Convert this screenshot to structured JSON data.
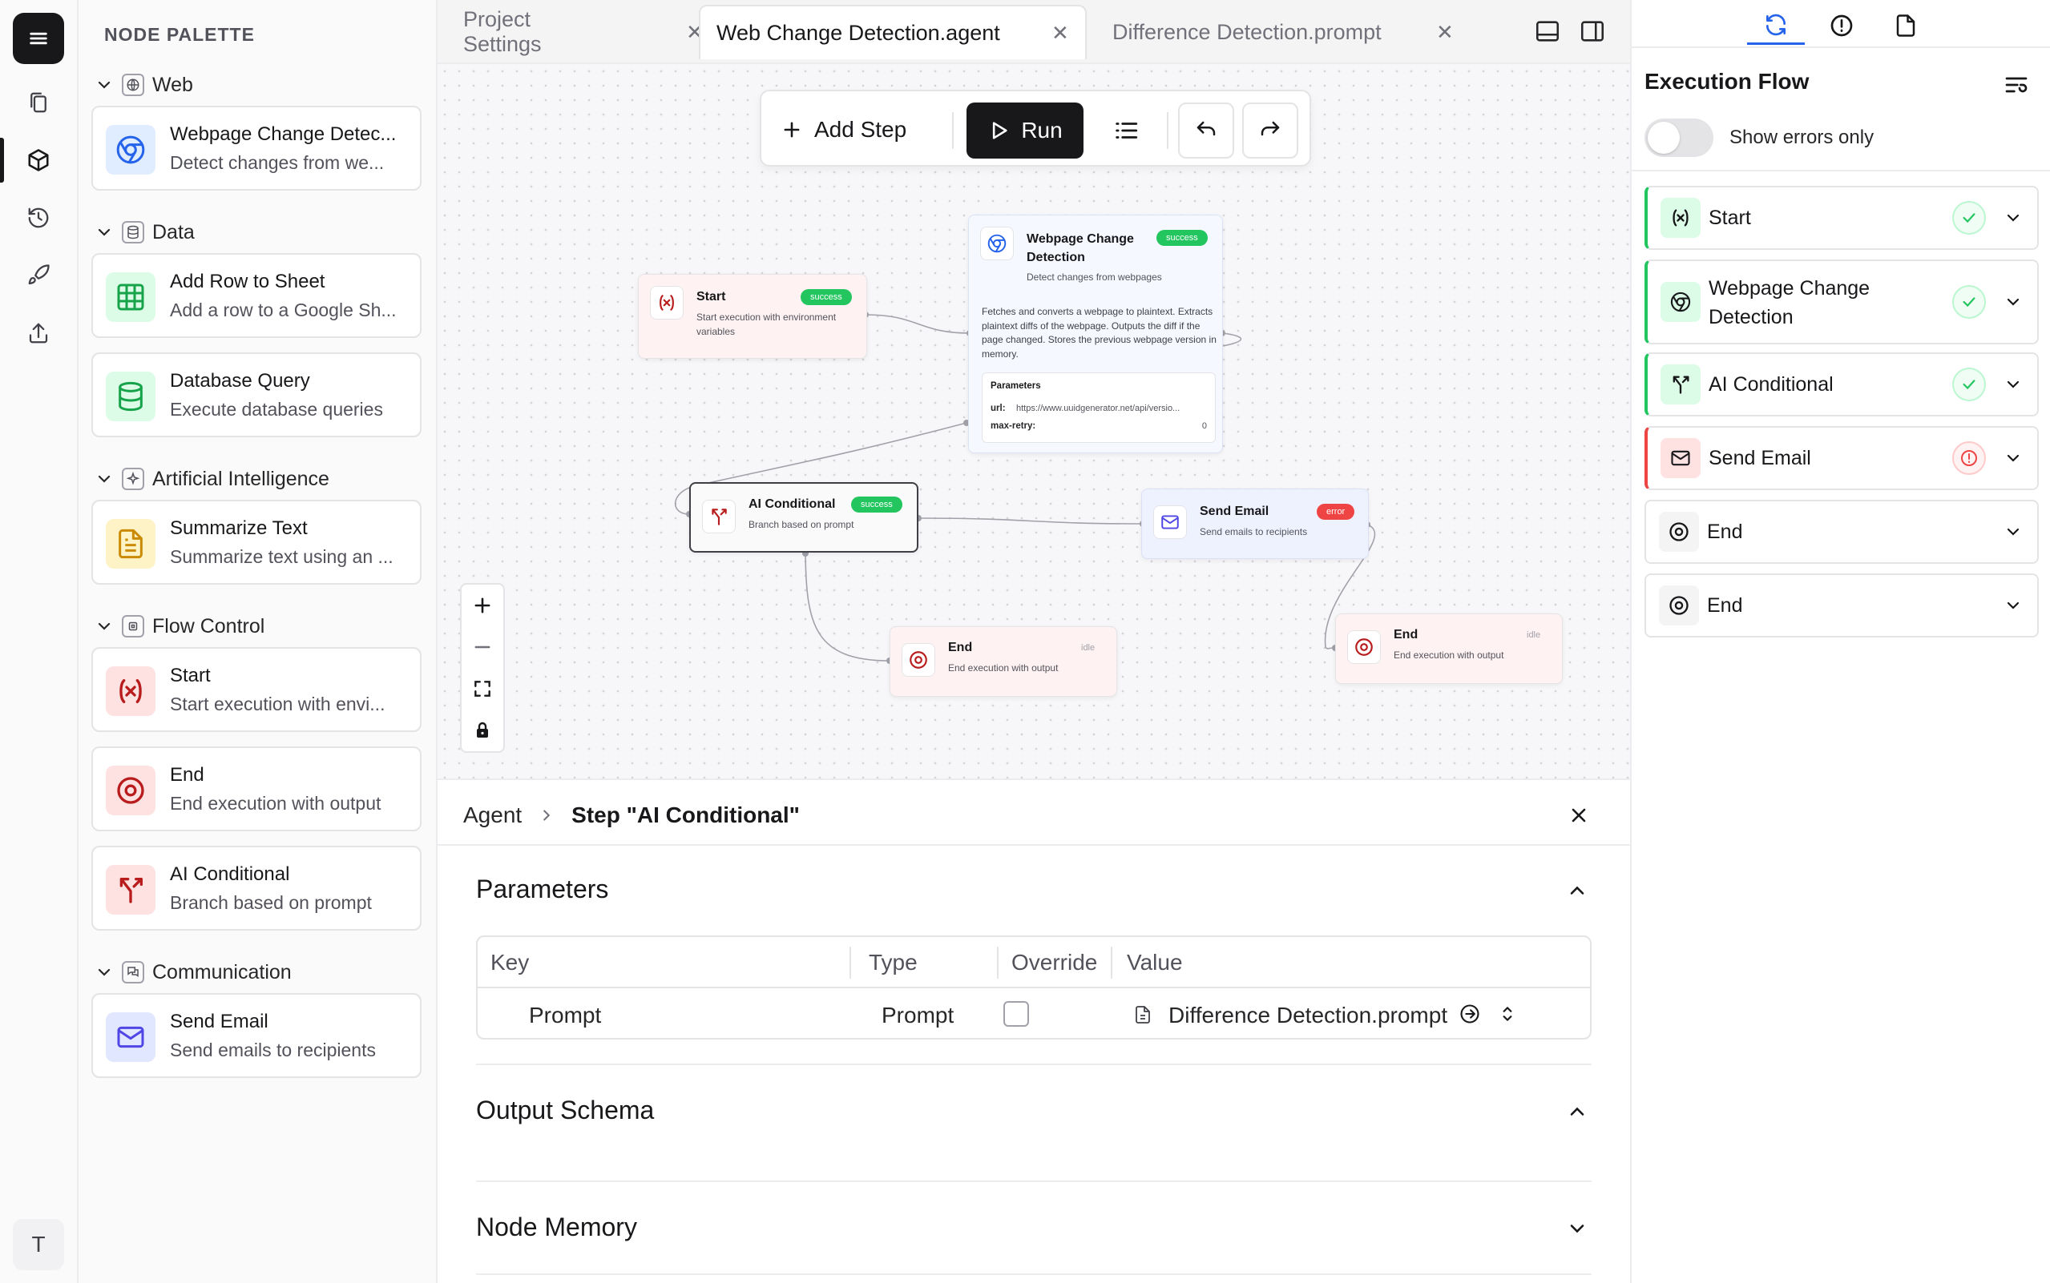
{
  "palette": {
    "title": "NODE PALETTE",
    "categories": [
      {
        "label": "Web"
      },
      {
        "label": "Data"
      },
      {
        "label": "Artificial Intelligence"
      },
      {
        "label": "Flow Control"
      },
      {
        "label": "Communication"
      }
    ],
    "nodes": [
      {
        "title": "Webpage Change Detec...",
        "desc": "Detect changes from we..."
      },
      {
        "title": "Add Row to Sheet",
        "desc": "Add a row to a Google Sh..."
      },
      {
        "title": "Database Query",
        "desc": "Execute database queries"
      },
      {
        "title": "Summarize Text",
        "desc": "Summarize text using an ..."
      },
      {
        "title": "Start",
        "desc": "Start execution with envi..."
      },
      {
        "title": "End",
        "desc": "End execution with output"
      },
      {
        "title": "AI Conditional",
        "desc": "Branch based on prompt"
      },
      {
        "title": "Send Email",
        "desc": "Send emails to recipients"
      }
    ]
  },
  "rail": {
    "avatar_letter": "T"
  },
  "tabs": [
    {
      "label": "Project Settings"
    },
    {
      "label": "Web Change Detection.agent"
    },
    {
      "label": "Difference Detection.prompt"
    }
  ],
  "toolbar": {
    "add_step": "Add Step",
    "run": "Run"
  },
  "canvas": {
    "nodes": {
      "start": {
        "title": "Start",
        "desc": "Start execution with environment variables",
        "status": "success"
      },
      "webpage": {
        "title": "Webpage Change Detection",
        "desc": "Detect changes from webpages",
        "status": "success",
        "long_desc": "Fetches and converts a webpage to plaintext. Extracts plaintext diffs of the webpage. Outputs the diff if the page changed. Stores the previous webpage version in memory.",
        "params_title": "Parameters",
        "url_key": "url:",
        "url_value": "https://www.uuidgenerator.net/api/versio...",
        "retry_key": "max-retry:",
        "retry_value": "0"
      },
      "ai": {
        "title": "AI Conditional",
        "desc": "Branch based on prompt",
        "status": "success"
      },
      "email": {
        "title": "Send Email",
        "desc": "Send emails to recipients",
        "status": "error"
      },
      "end1": {
        "title": "End",
        "desc": "End execution with output",
        "status": "idle"
      },
      "end2": {
        "title": "End",
        "desc": "End execution with output",
        "status": "idle"
      }
    }
  },
  "detail": {
    "crumb_root": "Agent",
    "crumb_current": "Step \"AI Conditional\"",
    "parameters_title": "Parameters",
    "columns": {
      "key": "Key",
      "type": "Type",
      "override": "Override",
      "value": "Value"
    },
    "row": {
      "key": "Prompt",
      "type": "Prompt",
      "value": "Difference Detection.prompt"
    },
    "output_schema_title": "Output Schema",
    "node_memory_title": "Node Memory"
  },
  "execution": {
    "title": "Execution Flow",
    "toggle_label": "Show errors only",
    "items": [
      {
        "label": "Start",
        "status": "ok"
      },
      {
        "label": "Webpage Change Detection",
        "status": "ok"
      },
      {
        "label": "AI Conditional",
        "status": "ok"
      },
      {
        "label": "Send Email",
        "status": "error"
      },
      {
        "label": "End",
        "status": "none"
      },
      {
        "label": "End",
        "status": "none"
      }
    ]
  },
  "colors": {
    "accent": "#2563eb",
    "success": "#22c55e",
    "error": "#ef4444",
    "dark": "#18181b"
  }
}
